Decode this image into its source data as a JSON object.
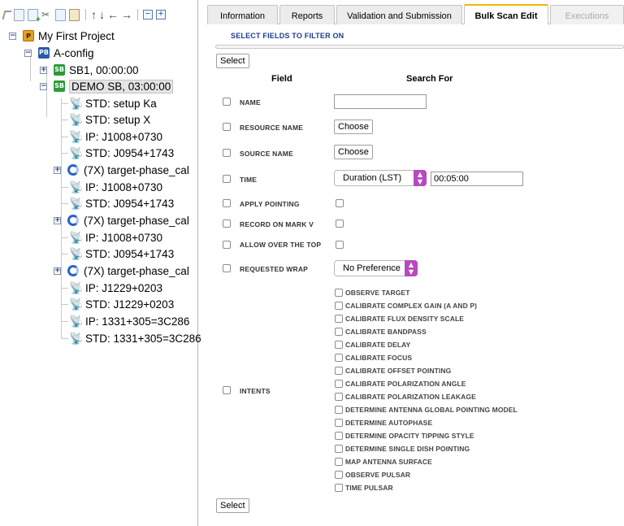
{
  "toolbar": {
    "icons": [
      "pointer-icon",
      "new-document-icon",
      "add-document-icon",
      "cut-icon",
      "copy-icon",
      "paste-icon",
      "move-up-icon",
      "move-down-icon",
      "move-left-icon",
      "move-right-icon",
      "collapse-all-icon",
      "expand-all-icon"
    ]
  },
  "tree": {
    "project": "My First Project",
    "config": "A-config",
    "sb1": "SB1, 00:00:00",
    "sb2": "DEMO SB, 03:00:00",
    "badges": {
      "project": "P",
      "config": "PB",
      "sb": "SB"
    },
    "scans": [
      "STD: setup Ka",
      "STD: setup X",
      "IP: J1008+0730",
      "STD: J0954+1743",
      "(7X) target-phase_cal",
      "IP: J1008+0730",
      "STD: J0954+1743",
      "(7X) target-phase_cal",
      "IP: J1008+0730",
      "STD: J0954+1743",
      "(7X) target-phase_cal",
      "IP: J1229+0203",
      "STD: J1229+0203",
      "IP: 1331+305=3C286",
      "STD: 1331+305=3C286"
    ]
  },
  "tabs": [
    {
      "label": "Information",
      "state": "normal"
    },
    {
      "label": "Reports",
      "state": "normal"
    },
    {
      "label": "Validation and Submission",
      "state": "normal"
    },
    {
      "label": "Bulk Scan Edit",
      "state": "active"
    },
    {
      "label": "Executions",
      "state": "disabled"
    }
  ],
  "panel": {
    "title": "SELECT FIELDS TO FILTER ON",
    "select_top": "Select",
    "select_bottom": "Select",
    "field_header": "Field",
    "search_header": "Search For"
  },
  "fields": {
    "name": {
      "label": "NAME",
      "value": ""
    },
    "resource_name": {
      "label": "RESOURCE NAME",
      "button": "Choose"
    },
    "source_name": {
      "label": "SOURCE NAME",
      "button": "Choose"
    },
    "time": {
      "label": "TIME",
      "select": "Duration (LST)",
      "value": "00:05:00"
    },
    "apply_pointing": {
      "label": "APPLY POINTING"
    },
    "record_mark_v": {
      "label": "RECORD ON MARK V"
    },
    "allow_over_top": {
      "label": "ALLOW OVER THE TOP"
    },
    "requested_wrap": {
      "label": "REQUESTED WRAP",
      "select": "No Preference"
    },
    "intents": {
      "label": "INTENTS"
    }
  },
  "intents": [
    "OBSERVE TARGET",
    "CALIBRATE COMPLEX GAIN (A AND P)",
    "CALIBRATE FLUX DENSITY SCALE",
    "CALIBRATE BANDPASS",
    "CALIBRATE DELAY",
    "CALIBRATE FOCUS",
    "CALIBRATE OFFSET POINTING",
    "CALIBRATE POLARIZATION ANGLE",
    "CALIBRATE POLARIZATION LEAKAGE",
    "DETERMINE ANTENNA GLOBAL POINTING MODEL",
    "DETERMINE AUTOPHASE",
    "DETERMINE OPACITY TIPPING STYLE",
    "DETERMINE SINGLE DISH POINTING",
    "MAP ANTENNA SURFACE",
    "OBSERVE PULSAR",
    "TIME PULSAR"
  ],
  "colors": {
    "accent": "#1f3c8c",
    "active_tab": "#f0b800",
    "select_arrow": "#b849c2",
    "sb_badge": "#2e9a3a",
    "pb_badge": "#2a5aa8",
    "p_badge": "#e6a020"
  }
}
